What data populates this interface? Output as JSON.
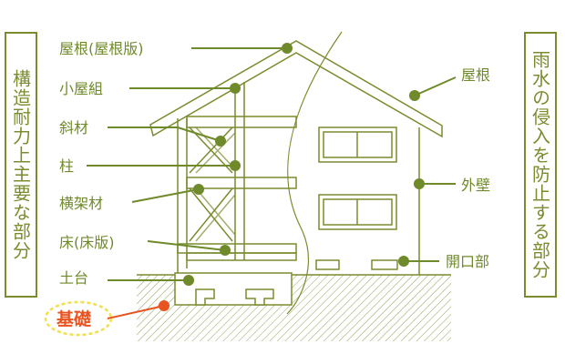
{
  "left_box": {
    "title": "構造耐力上主要な部分"
  },
  "right_box": {
    "title": "雨水の侵入を防止する部分"
  },
  "left_labels": [
    "屋根(屋根版)",
    "小屋組",
    "斜材",
    "柱",
    "横架材",
    "床(床版)",
    "土台"
  ],
  "highlight_label": "基礎",
  "right_labels": [
    "屋根",
    "外壁",
    "開口部"
  ],
  "colors": {
    "green": "#7a8c2e",
    "dot": "#6e8a2a",
    "accent": "#e8531f",
    "highlight_ring": "#f1e04a"
  }
}
